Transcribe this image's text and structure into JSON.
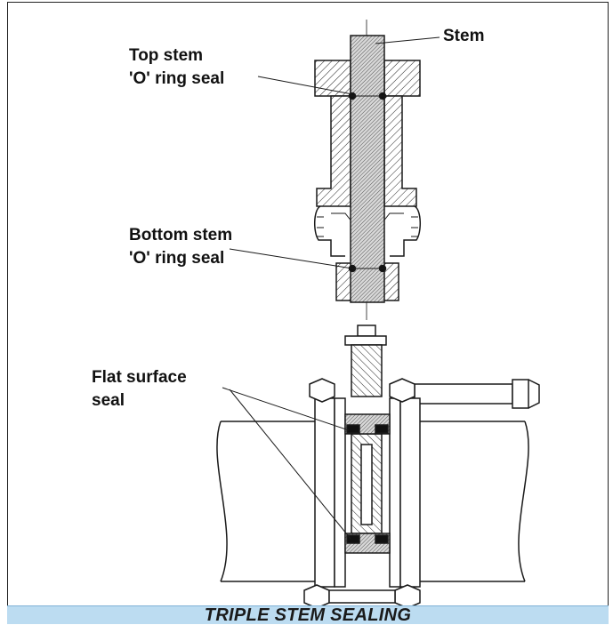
{
  "labels": {
    "stem": "Stem",
    "top_seal_line1": "Top stem",
    "top_seal_line2": "'O' ring seal",
    "bottom_seal_line1": "Bottom stem",
    "bottom_seal_line2": "'O' ring seal",
    "flat_seal_line1": "Flat surface",
    "flat_seal_line2": "seal"
  },
  "caption": "TRIPLE STEM SEALING",
  "colors": {
    "caption_bg": "#bcdcf1",
    "line": "#1a1a1a"
  }
}
